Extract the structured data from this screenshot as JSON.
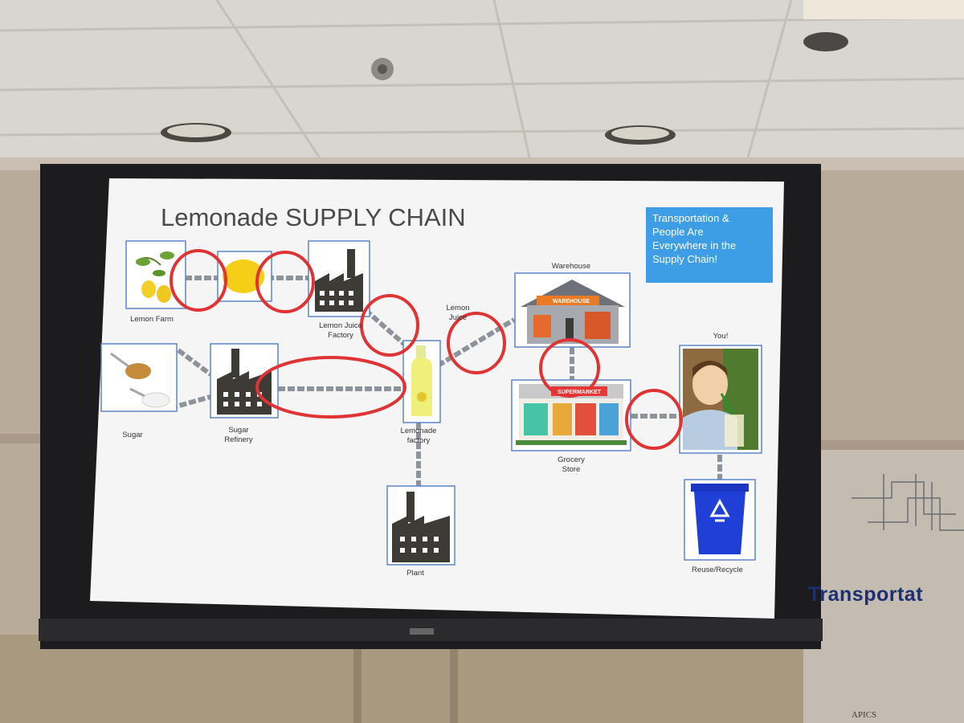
{
  "slide": {
    "title": "Lemonade SUPPLY CHAIN",
    "callout_lines": [
      "Transportation &",
      "People Are",
      "Everywhere in the",
      "Supply Chain!"
    ]
  },
  "nodes": {
    "lemon_farm": "Lemon Farm",
    "lemon_juice_factory": [
      "Lemon Juice",
      "Factory"
    ],
    "lemon_juice": [
      "Lemon",
      "Juice"
    ],
    "warehouse": "Warehouse",
    "warehouse_sign": "WAREHOUSE",
    "you": "You!",
    "sugar": "Sugar",
    "sugar_refinery": [
      "Sugar",
      "Refinery"
    ],
    "lemonade_factory": [
      "Lemonade",
      "factory"
    ],
    "grocery_store": [
      "Grocery",
      "Store"
    ],
    "supermarket_sign": "SUPERMARKET",
    "plant": "Plant",
    "reuse_recycle": "Reuse/Recycle"
  },
  "room": {
    "wall_sign": "Transportat",
    "logo_text": "APICS"
  },
  "colors": {
    "callout_bg": "#3d9ee6",
    "highlight_circle": "#e03434",
    "chain": "#8c939b",
    "recycle_bin": "#1f3fd6"
  }
}
